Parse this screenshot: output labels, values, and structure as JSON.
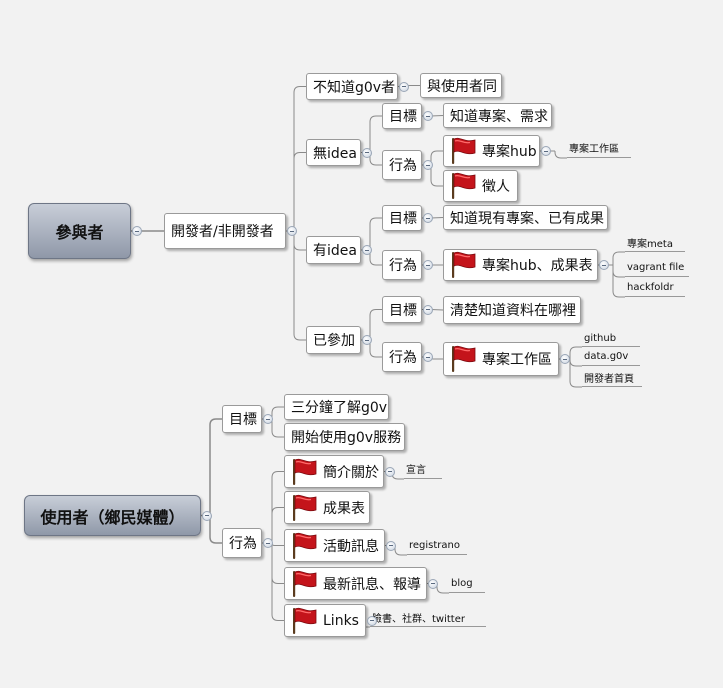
{
  "diagram": {
    "participants": {
      "root": "參與者",
      "developer": "開發者/非開發者",
      "dont_know_g0v": "不知道g0v者",
      "dont_know_note": "與使用者同",
      "no_idea": {
        "label": "無idea",
        "goal": "目標",
        "goal_item": "知道專案、需求",
        "action": "行為",
        "project_hub": "專案hub",
        "project_hub_note": "專案工作區",
        "recruit": "徵人"
      },
      "has_idea": {
        "label": "有idea",
        "goal": "目標",
        "goal_item": "知道現有專案、已有成果",
        "action": "行為",
        "hub_results": "專案hub、成果表",
        "notes": [
          "專案meta",
          "vagrant file",
          "hackfoldr"
        ]
      },
      "joined": {
        "label": "已參加",
        "goal": "目標",
        "goal_item": "清楚知道資料在哪裡",
        "action": "行為",
        "workspace": "專案工作區",
        "notes": [
          "github",
          "data.g0v",
          "開發者首頁"
        ]
      }
    },
    "users": {
      "root": "使用者（鄉民媒體）",
      "goal": "目標",
      "goal_items": [
        "三分鐘了解g0v",
        "開始使用g0v服務"
      ],
      "action": "行為",
      "action_items": [
        {
          "label": "簡介關於",
          "note": "宣言"
        },
        {
          "label": "成果表",
          "note": ""
        },
        {
          "label": "活動訊息",
          "note": "registrano"
        },
        {
          "label": "最新訊息、報導",
          "note": "blog"
        },
        {
          "label": "Links",
          "note": "臉書、社群、twitter"
        }
      ]
    }
  }
}
